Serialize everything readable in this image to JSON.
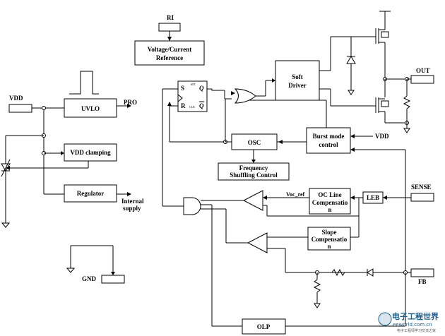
{
  "blocks": {
    "ri": "RI",
    "voltage_ref_line1": "Voltage/Current",
    "voltage_ref_line2": "Reference",
    "soft_driver_line1": "Soft",
    "soft_driver_line2": "Driver",
    "uvlo": "UVLO",
    "vdd_clamping": "VDD clamping",
    "regulator": "Regulator",
    "osc": "OSC",
    "freq_shuffling_line1": "Frequency",
    "freq_shuffling_line2": "Shuffling Control",
    "burst_mode_line1": "Burst mode",
    "burst_mode_line2": "control",
    "oc_line_comp_line1": "OC Line",
    "oc_line_comp_line2": "Compensatio",
    "oc_line_comp_line3": "n",
    "leb": "LEB",
    "slope_comp_line1": "Slope",
    "slope_comp_line2": "Compensatio",
    "slope_comp_line3": "n",
    "olp": "OLP"
  },
  "flipflop": {
    "s": "S",
    "r": "R",
    "q": "Q",
    "qbar": "Q",
    "set": "SET",
    "clr": "CLR"
  },
  "pins": {
    "vdd_left": "VDD",
    "vdd_right": "VDD",
    "pro": "PRO",
    "internal_supply_line1": "Internal",
    "internal_supply_line2": "supply",
    "out": "OUT",
    "sense": "SENSE",
    "fb": "FB",
    "gnd": "GND",
    "voc_ref": "Voc_ref"
  },
  "watermark": {
    "brand": "电子工程世界",
    "site": "eeworld.com.cn",
    "tagline": "电子工程师学习交流之家"
  }
}
